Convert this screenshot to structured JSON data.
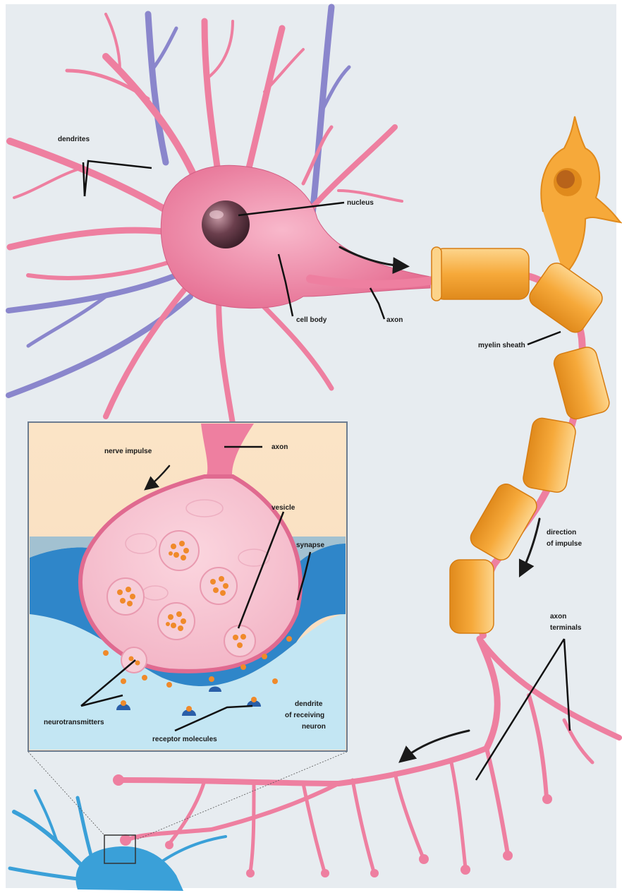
{
  "labels": {
    "dendrites": "dendrites",
    "nucleus": "nucleus",
    "cell_body": "cell body",
    "axon_main": "axon",
    "myelin_sheath": "myelin sheath",
    "direction_of_impulse_line1": "direction",
    "direction_of_impulse_line2": "of impulse",
    "axon_terminals_line1": "axon",
    "axon_terminals_line2": "terminals",
    "nerve_impulse": "nerve impulse",
    "axon_inset": "axon",
    "vesicle": "vesicle",
    "synapse": "synapse",
    "dendrite_receiving_line1": "dendrite",
    "dendrite_receiving_line2": "of receiving",
    "dendrite_receiving_line3": "neuron",
    "neurotransmitters": "neurotransmitters",
    "receptor_molecules": "receptor molecules"
  },
  "colors": {
    "background": "#e7ecf0",
    "neuron_body": "#ee7fa0",
    "neuron_light": "#f6b4c7",
    "dendrite_purple": "#8a86cc",
    "myelin": "#f6a93a",
    "myelin_light": "#fcd48a",
    "receiving_neuron": "#3aa0d8",
    "inset_bg": "#fbe2c2",
    "synaptic_blue": "#2f86c9",
    "vesicle": "#f4c2cf",
    "neurotransmitter": "#f08a2a"
  }
}
